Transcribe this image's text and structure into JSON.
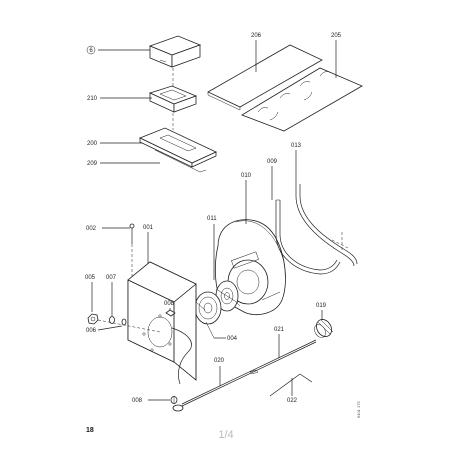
{
  "document": {
    "page_number": "18",
    "pager": "1/4",
    "drawing_ref": "6401 175"
  },
  "callouts": {
    "c6": "6",
    "c210": "210",
    "c200": "200",
    "c209": "209",
    "c206": "206",
    "c205": "205",
    "c010": "010",
    "c009": "009",
    "c013": "013",
    "c002": "002",
    "c001": "001",
    "c011": "011",
    "c005": "005",
    "c007": "007",
    "c008a": "008",
    "c006": "006",
    "c004": "004",
    "c019": "019",
    "c021": "021",
    "c020": "020",
    "c008b": "008",
    "c022": "022"
  }
}
